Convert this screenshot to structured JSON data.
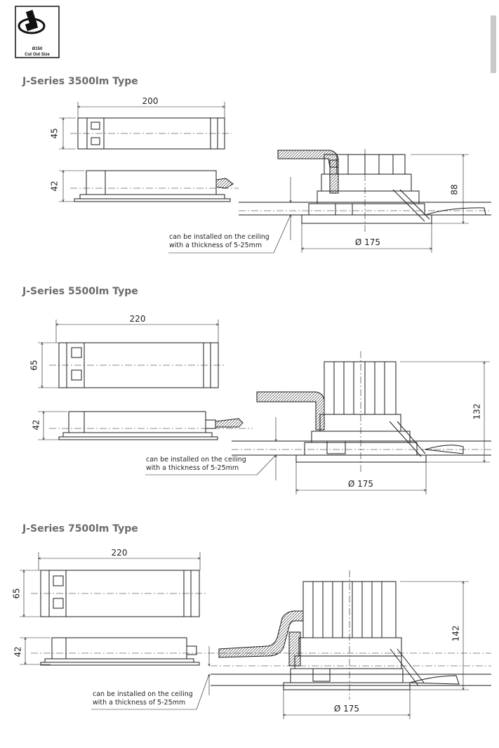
{
  "badge": {
    "icon": "recessed-downlight-icon",
    "size_label": "Ø150",
    "caption": "Cut Out Size"
  },
  "sections": [
    {
      "title": "J-Series 3500lm Type",
      "box_length": "200",
      "box_height": "45",
      "box_depth": "42",
      "fixture_height": "88",
      "diameter": "Ø 175",
      "note": [
        "can be installed on the ceiling",
        "with a thickness of 5-25mm"
      ]
    },
    {
      "title": "J-Series 5500lm Type",
      "box_length": "220",
      "box_height": "65",
      "box_depth": "42",
      "fixture_height": "132",
      "diameter": "Ø 175",
      "note": [
        "can be installed on the ceiling",
        "with a thickness of 5-25mm"
      ]
    },
    {
      "title": "J-Series 7500lm Type",
      "box_length": "220",
      "box_height": "65",
      "box_depth": "42",
      "fixture_height": "142",
      "diameter": "Ø 175",
      "note": [
        "can be installed on the ceiling",
        "with a thickness of 5-25mm"
      ]
    }
  ]
}
